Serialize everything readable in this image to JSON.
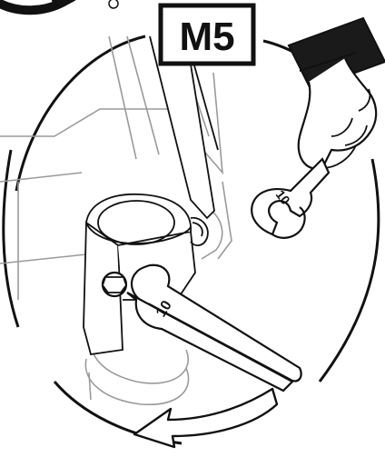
{
  "label": {
    "text": "M5"
  },
  "upper_wrench": {
    "size_text": "10"
  },
  "lower_wrench": {
    "size_text": "10"
  },
  "colors": {
    "ink": "#111111",
    "faint": "#9a9a9a",
    "paper": "#ffffff",
    "sleeve": "#1a1a1a"
  },
  "icons": [
    "hand-icon",
    "open-end-wrench-icon",
    "rotation-arrow-icon",
    "bolt-icon"
  ]
}
